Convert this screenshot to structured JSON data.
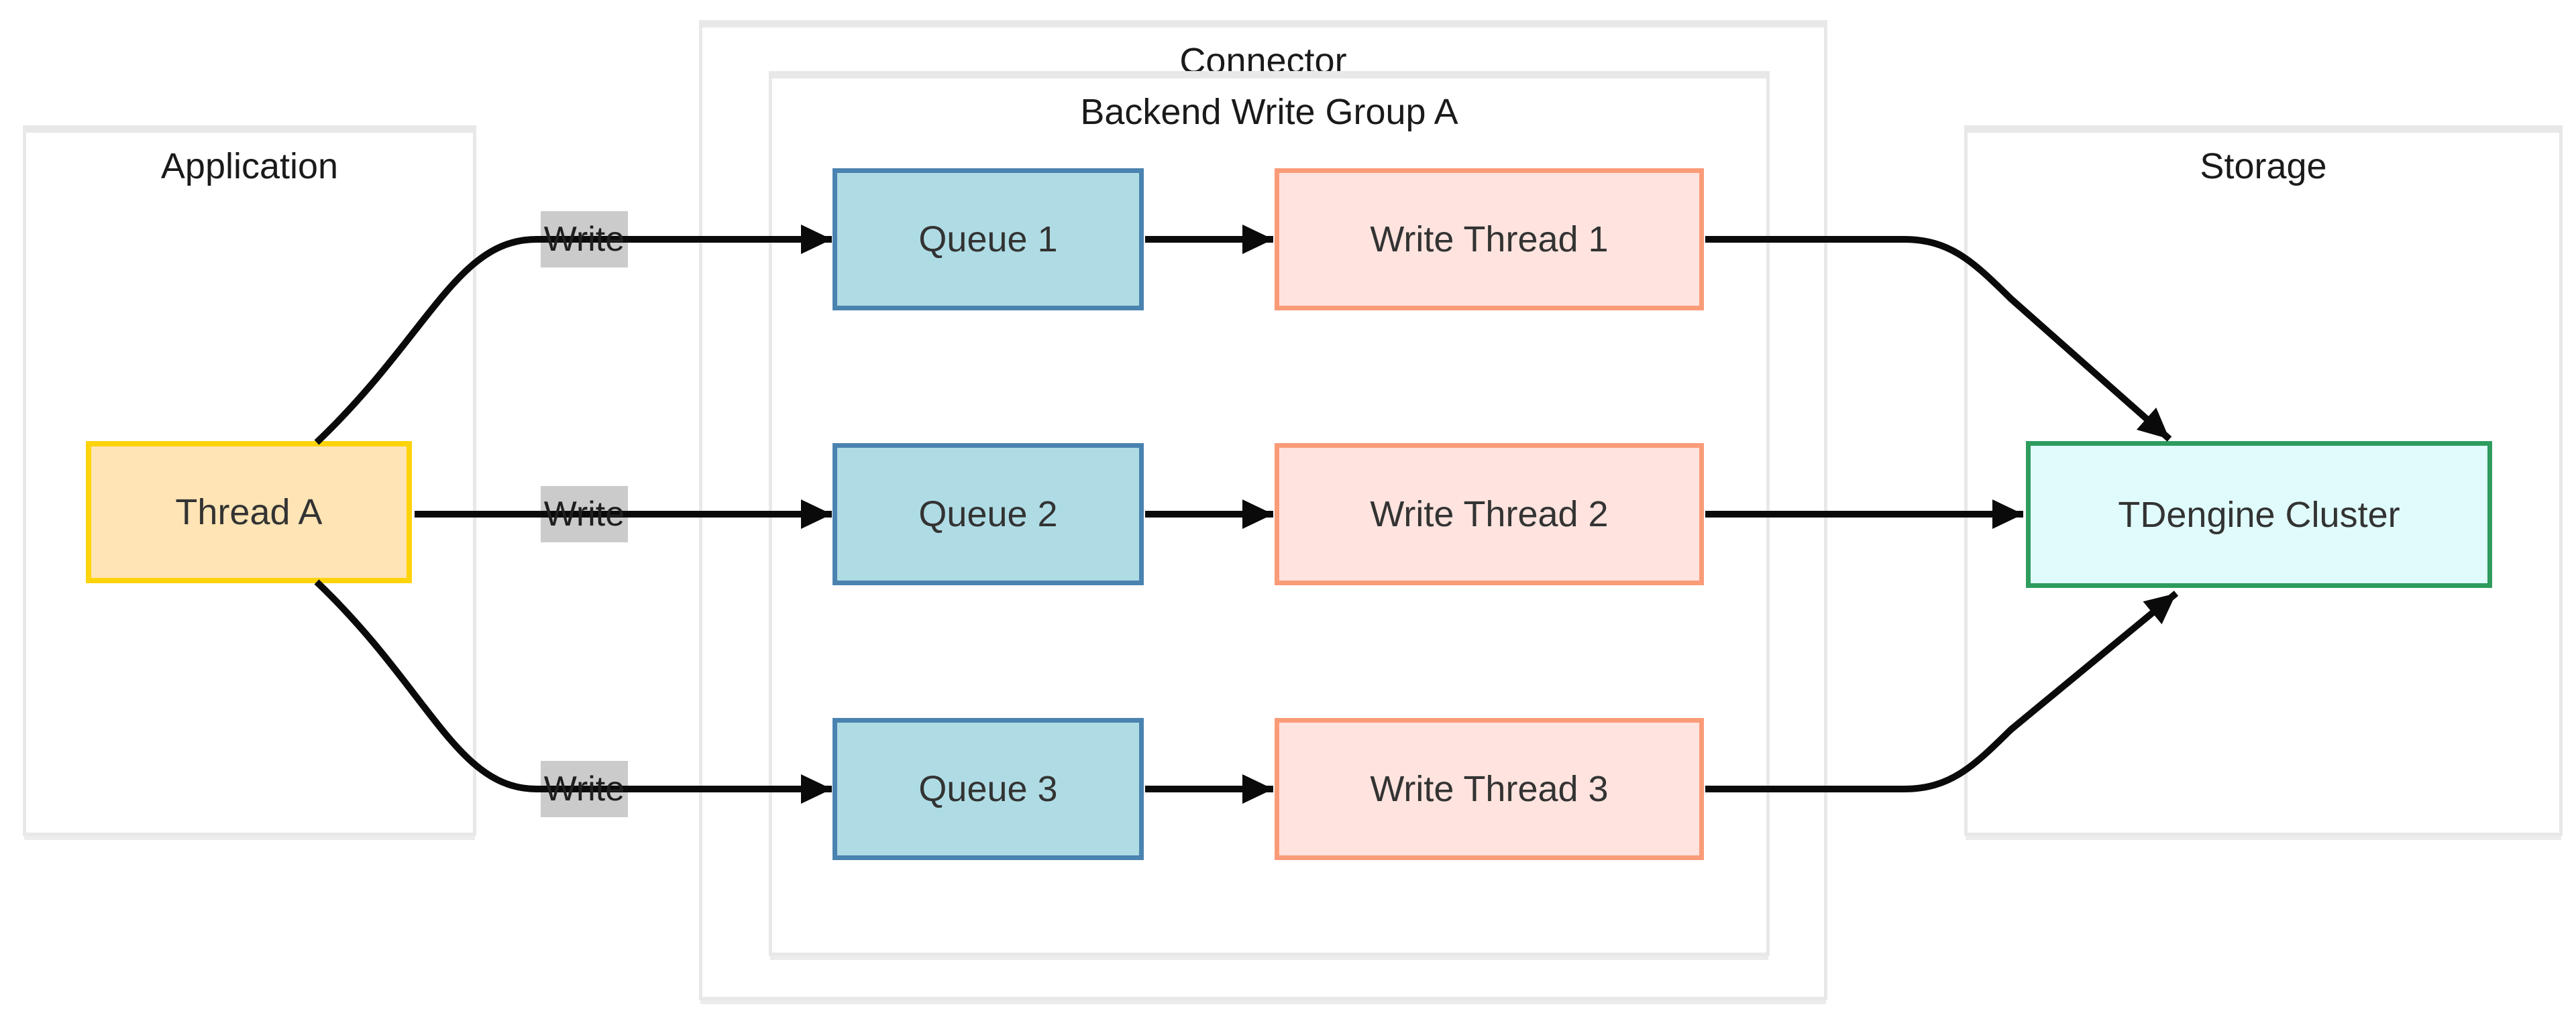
{
  "containers": {
    "application": {
      "title": "Application"
    },
    "connector": {
      "title": "Connector"
    },
    "backend_group": {
      "title": "Backend Write Group A"
    },
    "storage": {
      "title": "Storage"
    }
  },
  "nodes": {
    "thread_a": {
      "label": "Thread A"
    },
    "queue_1": {
      "label": "Queue 1"
    },
    "queue_2": {
      "label": "Queue 2"
    },
    "queue_3": {
      "label": "Queue 3"
    },
    "write_thread_1": {
      "label": "Write Thread 1"
    },
    "write_thread_2": {
      "label": "Write Thread 2"
    },
    "write_thread_3": {
      "label": "Write Thread 3"
    },
    "tdengine": {
      "label": "TDengine Cluster"
    }
  },
  "edge_labels": {
    "write_1": "Write",
    "write_2": "Write",
    "write_3": "Write"
  },
  "edges": [
    {
      "from": "Thread A",
      "to": "Queue 1",
      "label": "Write"
    },
    {
      "from": "Thread A",
      "to": "Queue 2",
      "label": "Write"
    },
    {
      "from": "Thread A",
      "to": "Queue 3",
      "label": "Write"
    },
    {
      "from": "Queue 1",
      "to": "Write Thread 1",
      "label": ""
    },
    {
      "from": "Queue 2",
      "to": "Write Thread 2",
      "label": ""
    },
    {
      "from": "Queue 3",
      "to": "Write Thread 3",
      "label": ""
    },
    {
      "from": "Write Thread 1",
      "to": "TDengine Cluster",
      "label": ""
    },
    {
      "from": "Write Thread 2",
      "to": "TDengine Cluster",
      "label": ""
    },
    {
      "from": "Write Thread 3",
      "to": "TDengine Cluster",
      "label": ""
    }
  ],
  "colors": {
    "canvas_bg": "#FFFFFF",
    "container_border": "#E8E8E8",
    "thread_a_fill": "#FFE4B5",
    "thread_a_border": "#FFD30A",
    "queue_fill": "#AFDCE4",
    "queue_border": "#4A82B0",
    "write_thread_fill": "#FFE3DE",
    "write_thread_border": "#FA9B78",
    "tdengine_fill": "#E0FBFB",
    "tdengine_border": "#2D9C5D",
    "edge_label_bg": "#CBCBCB",
    "arrow": "#0A0A0A",
    "node_text": "#333333",
    "title_text": "#1A1A1A"
  }
}
